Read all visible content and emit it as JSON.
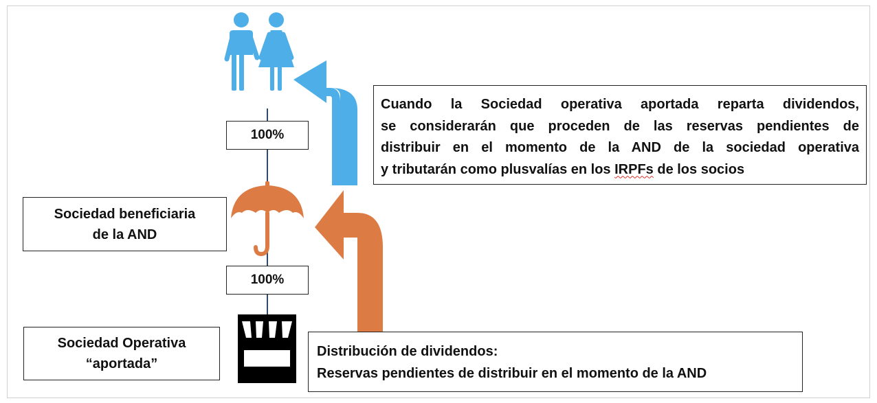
{
  "colors": {
    "blue": "#4daee8",
    "orange": "#dd7b45",
    "black": "#000000",
    "line": "#2d4a66"
  },
  "icons": [
    "people-icon",
    "umbrella-icon",
    "storefront-icon"
  ],
  "ownership": {
    "top_percent": "100%",
    "bottom_percent": "100%"
  },
  "entities": {
    "beneficiaria": {
      "line1": "Sociedad beneficiaria",
      "line2": "de la AND"
    },
    "operativa": {
      "line1": "Sociedad Operativa",
      "line2": "“aportada”"
    }
  },
  "notes": {
    "cuando": {
      "line1": "Cuando la Sociedad operativa aportada reparta dividendos,",
      "line2": "se considerarán que proceden de las reservas pendientes de",
      "line3": "distribuir en el momento de la AND de la sociedad operativa",
      "line4_pre": "y tributarán como plusvalías en los ",
      "line4_flagged": "IRPFs",
      "line4_post": " de los socios"
    },
    "distribucion": {
      "line1": "Distribución de dividendos:",
      "line2": "Reservas pendientes de distribuir en el momento de la AND"
    }
  }
}
